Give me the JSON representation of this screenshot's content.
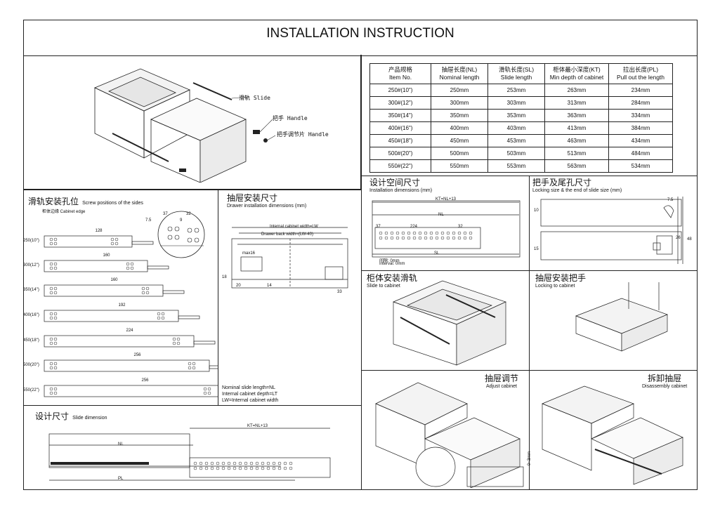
{
  "title": "INSTALLATION INSTRUCTION",
  "parts": {
    "slide": "滑轨 Slide",
    "handle": "把手 Handle",
    "adjuster": "把手调节片 Handle"
  },
  "spec_table": {
    "headers": [
      [
        "产品规格",
        "Item No."
      ],
      [
        "抽屉长度(NL)",
        "Nominal length"
      ],
      [
        "滑轨长度(SL)",
        "Slide length"
      ],
      [
        "柜体最小深度(KT)",
        "Min depth of cabinet"
      ],
      [
        "拉出长度(PL)",
        "Pull out the length"
      ]
    ],
    "rows": [
      [
        "250#(10\")",
        "250mm",
        "253mm",
        "263mm",
        "234mm"
      ],
      [
        "300#(12\")",
        "300mm",
        "303mm",
        "313mm",
        "284mm"
      ],
      [
        "350#(14\")",
        "350mm",
        "353mm",
        "363mm",
        "334mm"
      ],
      [
        "400#(16\")",
        "400mm",
        "403mm",
        "413mm",
        "384mm"
      ],
      [
        "450#(18\")",
        "450mm",
        "453mm",
        "463mm",
        "434mm"
      ],
      [
        "500#(20\")",
        "500mm",
        "503mm",
        "513mm",
        "484mm"
      ],
      [
        "550#(22\")",
        "550mm",
        "553mm",
        "563mm",
        "534mm"
      ]
    ]
  },
  "screw_positions": {
    "title_cn": "滑轨安装孔位",
    "title_en": "Screw positions of the sides",
    "edge_label": "柜体边缘 Cabinet edge",
    "rows": [
      {
        "size": "250(10\")",
        "dim": "128"
      },
      {
        "size": "300(12\")",
        "dim": "160"
      },
      {
        "size": "350(14\")",
        "dim": "160"
      },
      {
        "size": "400(16\")",
        "dim": "192"
      },
      {
        "size": "450(18\")",
        "dim": "224"
      },
      {
        "size": "500(20\")",
        "dim": "256"
      },
      {
        "size": "550(22\")",
        "dim": "256"
      }
    ],
    "d37": "37",
    "d32": "32",
    "d75": "7.5",
    "d9": "9"
  },
  "drawer_dims": {
    "title_cn": "抽屉安装尺寸",
    "title_en": "Drawer installation dimensions (mm)",
    "inner_width": "Internal cabinet width=LW",
    "back_width": "Drawer back width=(LW-40)",
    "max16": "max16",
    "d18": "18",
    "d20": "20",
    "d33": "33",
    "d14": "14",
    "notes": [
      "Nominal slide length=NL",
      "Internal cabinet depth=LT",
      "LW=Internal cabinet width"
    ]
  },
  "slide_dimension": {
    "title_cn": "设计尺寸",
    "title_en": "Slide dimension",
    "kt": "KT=NL+13",
    "nl": "NL",
    "pl": "PL"
  },
  "space_dims": {
    "title_cn": "设计空间尺寸",
    "title_en": "Installation dimensions (mm)",
    "kt": "KT=NL+13",
    "nl": "NL",
    "sl": "SL",
    "d37": "37",
    "d224": "224",
    "d32": "32",
    "gap": "间隙: 0mm",
    "interval": "Interval: 0mm"
  },
  "locking": {
    "title_cn": "把手及尾孔尺寸",
    "title_en": "Locking size & the end of slide size (mm)",
    "d75": "7.5",
    "d10": "10",
    "d15": "15",
    "d26": "26",
    "d48": "48"
  },
  "slide_to_cabinet": {
    "title_cn": "柜体安装滑轨",
    "title_en": "Slide to cabinet"
  },
  "locking_handle": {
    "title_cn": "抽屉安装把手",
    "title_en": "Locking to cabinet"
  },
  "adjust": {
    "title_cn": "抽屉调节",
    "title_en": "Adjust cabinet",
    "gap": "0~3mm"
  },
  "disassembly": {
    "title_cn": "拆卸抽屉",
    "title_en": "Disassembly cabinet"
  }
}
